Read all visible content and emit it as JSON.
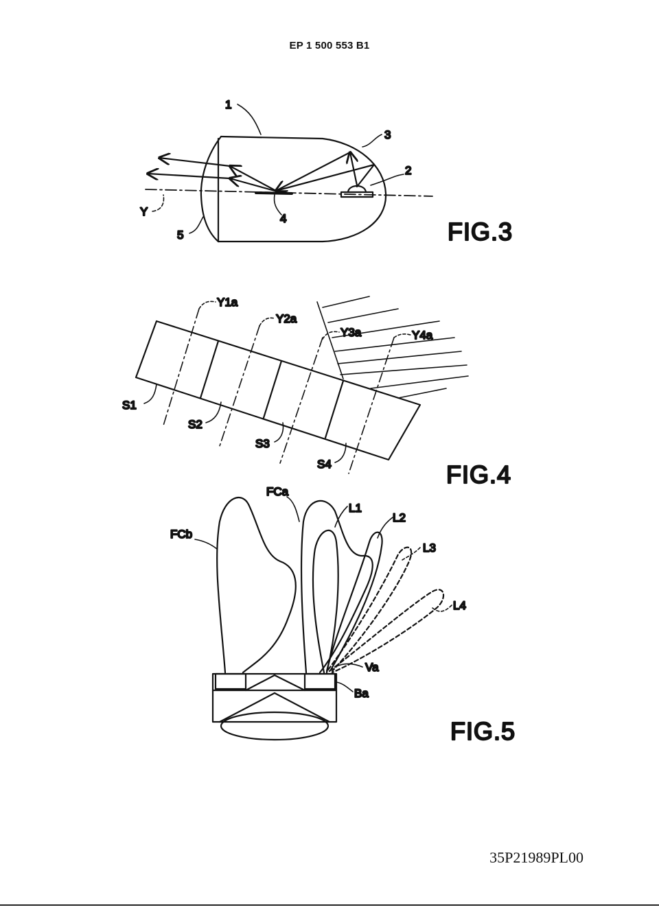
{
  "header": {
    "patent_number": "EP 1 500 553 B1"
  },
  "figures": [
    {
      "id": "fig3",
      "caption": "FIG.3",
      "labels": {
        "device": "1",
        "reflector": "3",
        "led": "2",
        "sensor": "4",
        "lens": "5",
        "axis": "Y"
      }
    },
    {
      "id": "fig4",
      "caption": "FIG.4",
      "labels": {
        "s1": "S1",
        "s2": "S2",
        "s3": "S3",
        "s4": "S4",
        "y1a": "Y1a",
        "y2a": "Y2a",
        "y3a": "Y3a",
        "y4a": "Y4a"
      }
    },
    {
      "id": "fig5",
      "caption": "FIG.5",
      "labels": {
        "fcb": "FCb",
        "fca": "FCa",
        "l1": "L1",
        "l2": "L2",
        "l3": "L3",
        "l4": "L4",
        "va": "Va",
        "ba": "Ba"
      }
    }
  ],
  "footer": {
    "document_code": "35P21989PL00"
  }
}
